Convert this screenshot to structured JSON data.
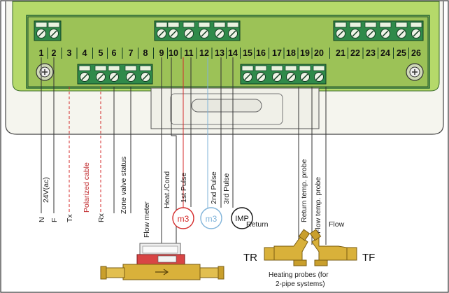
{
  "terminal_numbers": [
    "1",
    "2",
    "3",
    "4",
    "5",
    "6",
    "7",
    "8",
    "9",
    "10",
    "11",
    "12",
    "13",
    "14",
    "15",
    "16",
    "17",
    "18",
    "19",
    "20",
    "21",
    "22",
    "23",
    "24",
    "25",
    "26"
  ],
  "wire_labels": {
    "t1": "N",
    "t2": "F",
    "supply": "24V(ac)",
    "t3": "Tx",
    "t5": "Rx",
    "polarized": "Polarized cable",
    "zone_valve": "Zone valve status",
    "flow_meter": "Flow meter",
    "heat_cond": "Heat./Cond",
    "pulse1": "1st Pulse",
    "pulse2": "2nd Pulse",
    "pulse3": "3rd Pulse",
    "return_probe": "Return temp. probe",
    "flow_probe": "Flow temp. probe"
  },
  "meters": {
    "m3_red": "m3",
    "m3_blue": "m3",
    "imp": "IMP"
  },
  "probes": {
    "return_label": "Return",
    "flow_label": "Flow",
    "tr": "TR",
    "tf": "TF",
    "caption_line1": "Heating probes (for",
    "caption_line2": "2-pipe systems)"
  },
  "colors": {
    "board_green": "#b5d96a",
    "board_dark": "#1d5f33",
    "terminal_green": "#2f8a4a",
    "housing": "#f4f4ec",
    "red_accent": "#d42b2b",
    "blue_accent": "#7fb3d9",
    "brass": "#d9b13a"
  }
}
